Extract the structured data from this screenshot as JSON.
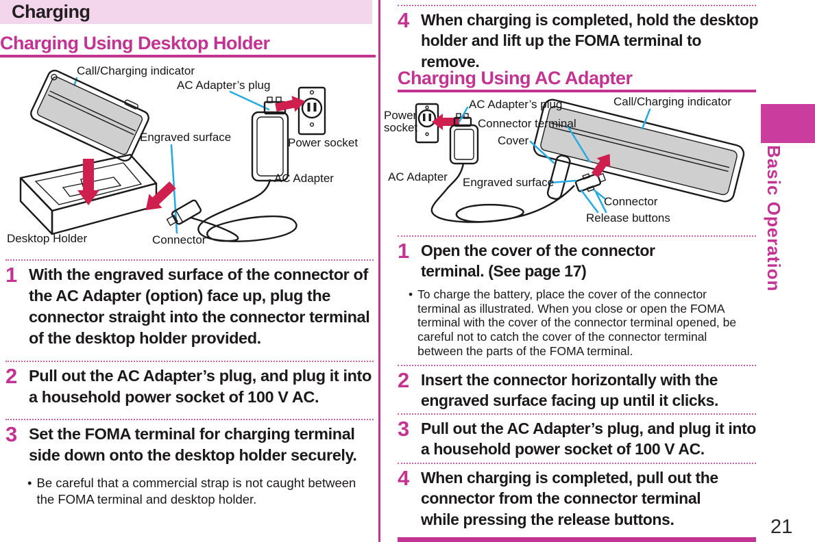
{
  "ui": {
    "bullet": "•"
  },
  "page": {
    "number": "21",
    "side_tab": "Basic Operation"
  },
  "colors": {
    "accent": "#c23392",
    "accent_light": "#f3d6eb",
    "label_line": "#29aae1",
    "arrow": "#cf1f4e"
  },
  "left": {
    "section_title": "Charging",
    "subsection_title": "Charging Using Desktop Holder",
    "diagram": {
      "call_charging_indicator": "Call/Charging indicator",
      "ac_adapters_plug": "AC Adapter’s plug",
      "engraved_surface": "Engraved surface",
      "power_socket": "Power socket",
      "ac_adapter": "AC Adapter",
      "desktop_holder": "Desktop Holder",
      "connector": "Connector"
    },
    "steps": [
      {
        "num": "1",
        "text": "With the engraved surface of the connector of the AC Adapter (option) face up, plug the connector straight into the connector terminal of the desktop holder provided."
      },
      {
        "num": "2",
        "text": "Pull out the AC Adapter’s plug, and plug it into a household power socket of 100 V AC."
      },
      {
        "num": "3",
        "text": "Set the FOMA terminal for charging terminal side down onto the desktop holder securely.",
        "note": "Be careful that a commercial strap is not caught between the FOMA terminal and desktop holder."
      }
    ]
  },
  "right": {
    "prev_step": {
      "num": "4",
      "text": "When charging is completed, hold the desktop holder and lift up the FOMA terminal to remove."
    },
    "subsection_title": "Charging Using AC Adapter",
    "diagram": {
      "power_socket": "Power socket",
      "ac_adapters_plug": "AC Adapter’s plug",
      "connector_terminal": "Connector terminal",
      "cover": "Cover",
      "call_charging_indicator": "Call/Charging indicator",
      "ac_adapter": "AC Adapter",
      "engraved_surface": "Engraved surface",
      "connector": "Connector",
      "release_buttons": "Release buttons"
    },
    "steps": [
      {
        "num": "1",
        "text": "Open the cover of the connector terminal. (See page 17)",
        "note": "To charge the battery, place the cover of the connector terminal as illustrated. When you close or open the FOMA terminal with the cover of the connector terminal opened, be careful not to catch the cover of the connector terminal between the parts of the FOMA terminal."
      },
      {
        "num": "2",
        "text": "Insert the connector horizontally with the engraved surface facing up until it clicks."
      },
      {
        "num": "3",
        "text": "Pull out the AC Adapter’s plug, and plug it into a household power socket of 100 V AC."
      },
      {
        "num": "4",
        "text": "When charging is completed, pull out the connector from the connector terminal while pressing the release buttons."
      }
    ]
  }
}
